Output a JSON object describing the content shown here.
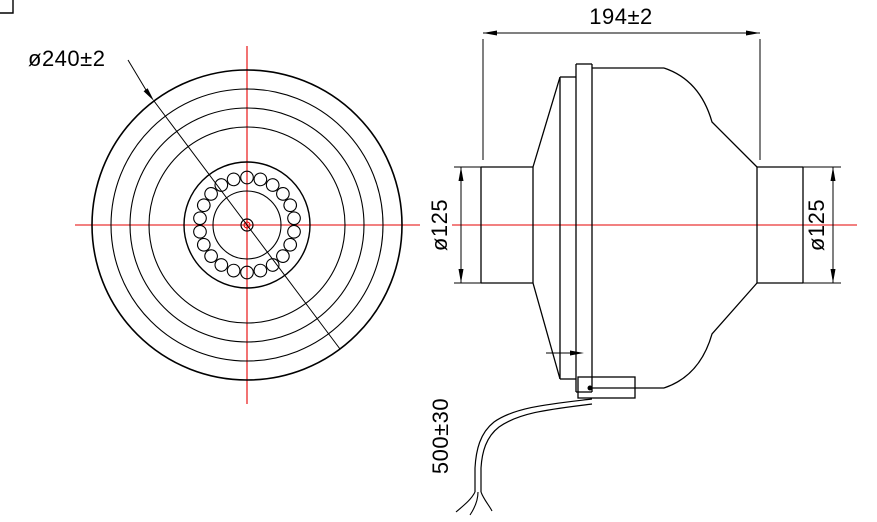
{
  "colors": {
    "line": "#000000",
    "centerline": "#e60000"
  },
  "front_view": {
    "diameter_label": "ø240±2"
  },
  "side_view": {
    "length_label": "194±2",
    "inlet_diameter_label": "ø125",
    "outlet_diameter_label": "ø125",
    "cable_length_label": "500±30"
  }
}
